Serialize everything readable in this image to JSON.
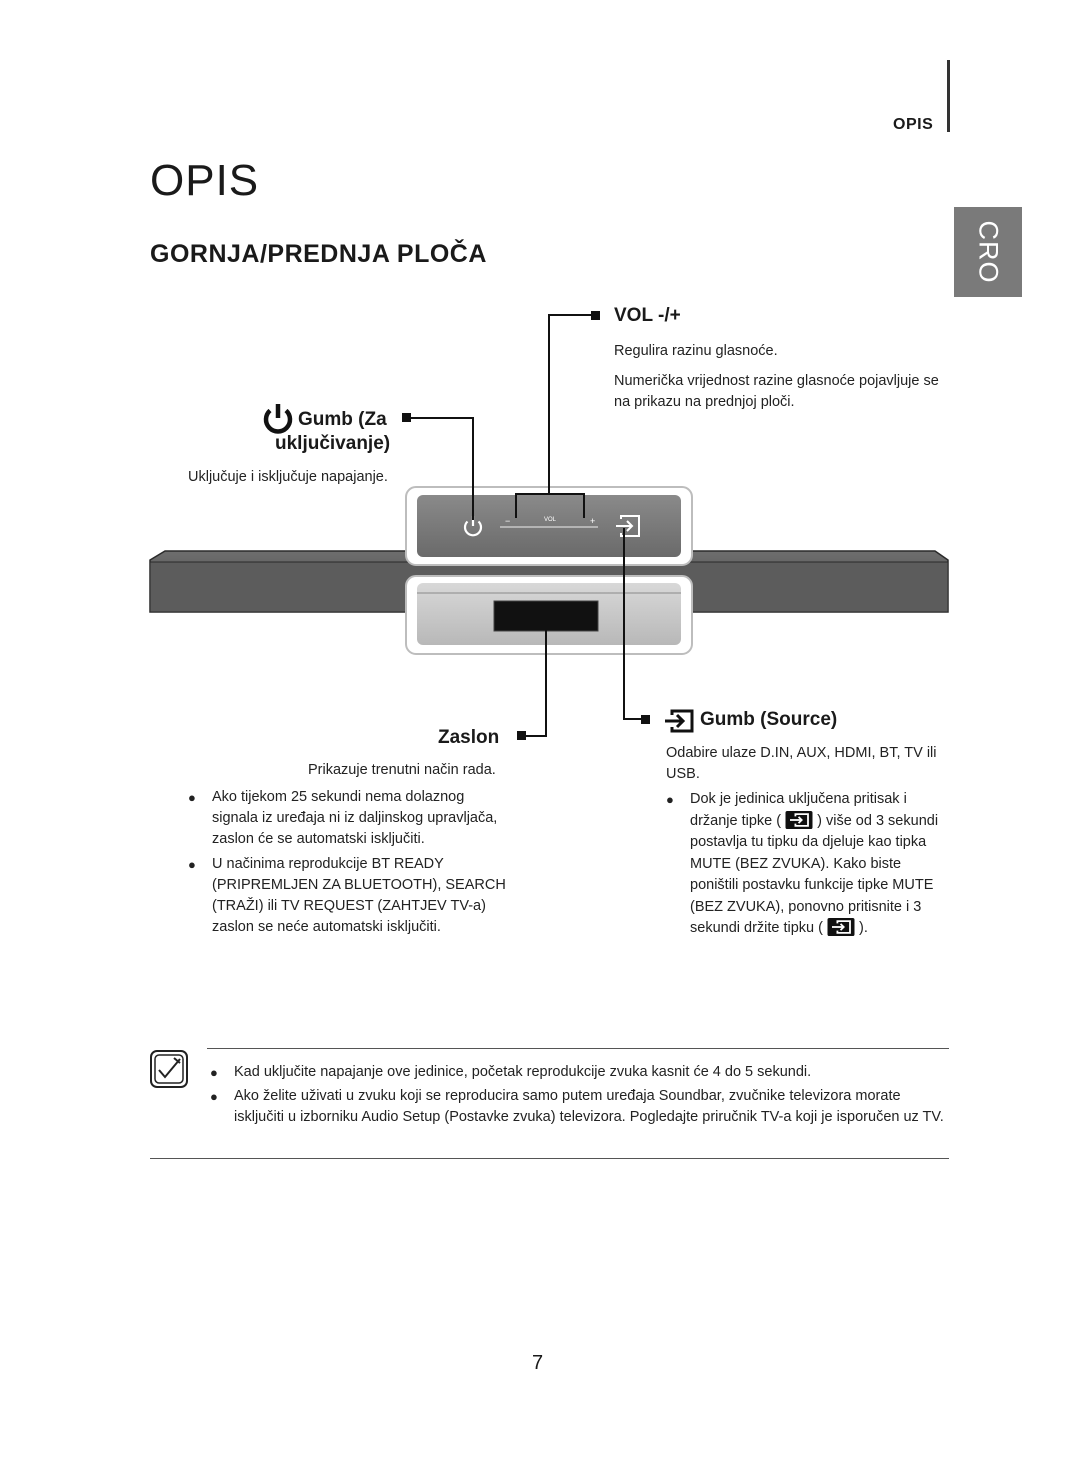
{
  "header": {
    "section_label": "OPIS"
  },
  "side_tab": {
    "label": "CRO"
  },
  "page": {
    "title": "OPIS",
    "subtitle": "GORNJA/PREDNJA PLOČA",
    "page_number": "7"
  },
  "icons": {
    "power": "power-icon",
    "source": "source-input-icon",
    "note": "note-pencil-icon"
  },
  "vol": {
    "title": "VOL -/+",
    "lines": [
      "Regulira razinu glasnoće.",
      "Numerička vrijednost razine glasnoće pojavljuje se na prikazu na prednjoj ploči."
    ]
  },
  "power": {
    "title_line1": "Gumb (Za",
    "title_line2": "uključivanje)",
    "desc": "Uključuje i isključuje napajanje."
  },
  "device": {
    "vol_label": "VOL",
    "minus": "−",
    "plus": "+"
  },
  "display": {
    "title": "Zaslon",
    "desc": "Prikazuje trenutni način rada.",
    "bullets": [
      "Ako tijekom 25 sekundi nema dolaznog signala iz uređaja ni iz daljinskog upravljača, zaslon će se automatski isključiti.",
      "U načinima reprodukcije BT READY (PRIPREMLJEN ZA BLUETOOTH), SEARCH (TRAŽI) ili TV REQUEST (ZAHTJEV TV-a) zaslon se neće automatski isključiti."
    ]
  },
  "source": {
    "title": "Gumb (Source)",
    "desc": "Odabire ulaze D.IN, AUX, HDMI, BT, TV ili USB.",
    "bullet_part1": "Dok je jedinica uključena pritisak i držanje tipke (",
    "bullet_part2": ") više od 3 sekundi postavlja tu tipku da djeluje kao tipka MUTE (BEZ ZVUKA). Kako biste poništili postavku funkcije tipke MUTE (BEZ ZVUKA), ponovno pritisnite i 3 sekundi držite tipku (",
    "bullet_part3": ")."
  },
  "notes": [
    "Kad uključite napajanje ove jedinice, početak reprodukcije zvuka kasnit će 4 do 5 sekundi.",
    "Ako želite uživati u zvuku koji se reproducira samo putem uređaja Soundbar, zvučnike televizora morate isključiti u izborniku Audio Setup (Postavke zvuka) televizora. Pogledajte priručnik TV-a koji je isporučen uz TV."
  ]
}
